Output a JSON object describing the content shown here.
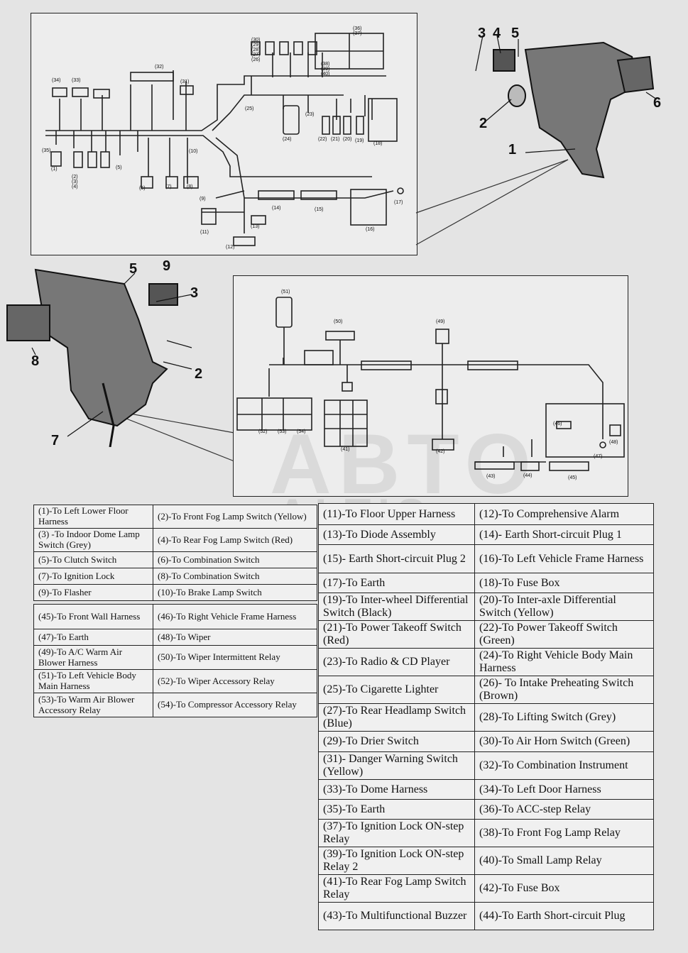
{
  "callouts_top": [
    "3",
    "4",
    "5",
    "2",
    "6",
    "1"
  ],
  "callouts_left": [
    "5",
    "9",
    "3",
    "8",
    "2",
    "7"
  ],
  "connector_labels_top": [
    "(30)(29)(28)(27)(26)",
    "(36)(37)",
    "(38)(39)(40)",
    "(32)",
    "(34)",
    "(33)",
    "(31)",
    "(35)",
    "(1)",
    "(2)(3)(4)",
    "(5)",
    "(6)",
    "(7)",
    "(8)",
    "(25)",
    "(24)",
    "(23)",
    "(22)",
    "(21)",
    "(20)",
    "(19)",
    "(18)",
    "(10)",
    "(9)",
    "(11)",
    "(12)",
    "(13)",
    "(14)",
    "(15)",
    "(16)",
    "(17)"
  ],
  "connector_labels_bottom": [
    "(51)",
    "(50)",
    "(49)",
    "(52)",
    "(53)",
    "(54)",
    "(41)",
    "(42)",
    "(43)",
    "(44)",
    "(45)",
    "(46)",
    "(47)",
    "(48)"
  ],
  "watermark": {
    "line1": "ABTO",
    "line2": "ALTIS"
  },
  "legend_left_1": [
    [
      "(1)-To Left Lower Floor Harness",
      "(2)-To Front Fog Lamp Switch (Yellow)"
    ],
    [
      "(3) -To Indoor Dome Lamp Switch (Grey)",
      "(4)-To Rear Fog Lamp Switch (Red)"
    ],
    [
      "(5)-To Clutch Switch",
      "(6)-To Combination Switch"
    ],
    [
      "(7)-To Ignition Lock",
      "(8)-To Combination Switch"
    ],
    [
      "(9)-To Flasher",
      "(10)-To Brake Lamp Switch"
    ]
  ],
  "legend_left_2": [
    [
      "(45)-To Front Wall Harness",
      "(46)-To Right Vehicle Frame Harness"
    ],
    [
      "(47)-To Earth",
      "(48)-To Wiper"
    ],
    [
      "(49)-To A/C Warm Air Blower Harness",
      "(50)-To Wiper Intermittent Relay"
    ],
    [
      "(51)-To Left Vehicle Body Main Harness",
      "(52)-To Wiper Accessory Relay"
    ],
    [
      "(53)-To Warm Air Blower Accessory Relay",
      "(54)-To Compressor Accessory Relay"
    ]
  ],
  "legend_right": [
    [
      "(11)-To Floor Upper Harness",
      "(12)-To Comprehensive Alarm"
    ],
    [
      "(13)-To Diode Assembly",
      "(14)- Earth Short-circuit Plug 1"
    ],
    [
      "(15)- Earth Short-circuit Plug 2",
      "(16)-To Left Vehicle Frame Harness"
    ],
    [
      "(17)-To Earth",
      "(18)-To Fuse Box"
    ],
    [
      "(19)-To Inter-wheel Differential Switch (Black)",
      "(20)-To Inter-axle Differential Switch (Yellow)"
    ],
    [
      "(21)-To Power Takeoff Switch (Red)",
      "(22)-To Power Takeoff Switch (Green)"
    ],
    [
      "(23)-To Radio & CD Player",
      "(24)-To Right Vehicle Body Main Harness"
    ],
    [
      "(25)-To Cigarette Lighter",
      "(26)- To Intake Preheating Switch (Brown)"
    ],
    [
      "(27)-To Rear Headlamp Switch (Blue)",
      "(28)-To Lifting Switch (Grey)"
    ],
    [
      "(29)-To Drier Switch",
      "(30)-To Air Horn Switch (Green)"
    ],
    [
      "(31)- Danger Warning Switch (Yellow)",
      "(32)-To Combination Instrument"
    ],
    [
      "(33)-To Dome Harness",
      "(34)-To Left Door Harness"
    ],
    [
      "(35)-To Earth",
      "(36)-To ACC-step Relay"
    ],
    [
      "(37)-To Ignition Lock ON-step Relay",
      "(38)-To Front Fog Lamp Relay"
    ],
    [
      "(39)-To Ignition Lock ON-step Relay 2",
      "(40)-To Small Lamp Relay"
    ],
    [
      "(41)-To Rear Fog Lamp Switch Relay",
      "(42)-To Fuse Box"
    ],
    [
      "(43)-To Multifunctional Buzzer",
      "(44)-To Earth Short-circuit Plug"
    ]
  ]
}
